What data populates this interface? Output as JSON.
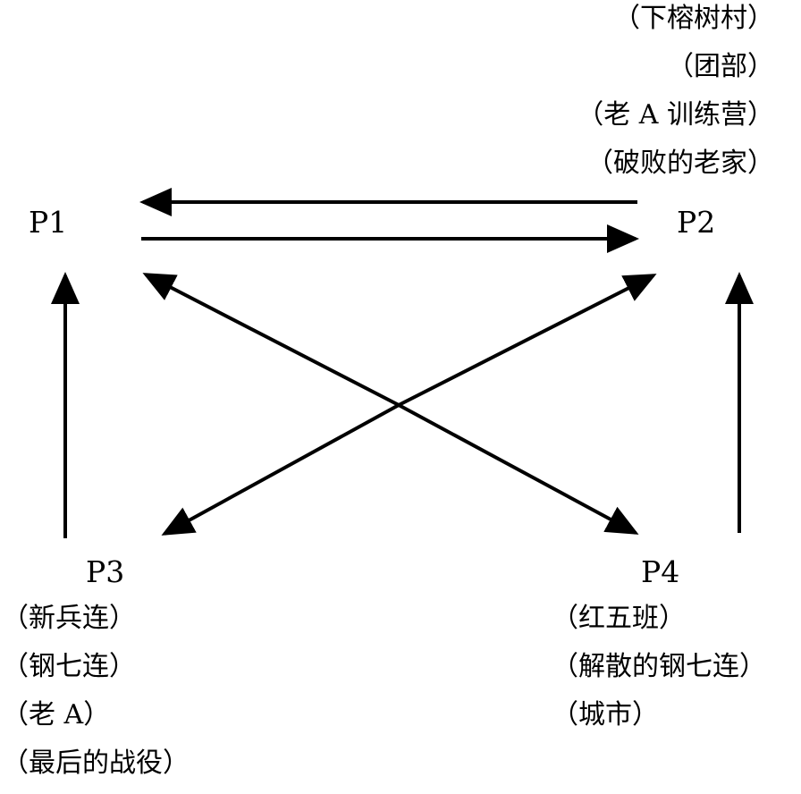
{
  "nodes": {
    "p1": {
      "label": "P1"
    },
    "p2": {
      "label": "P2",
      "places": [
        "（下榕树村）",
        "（团部）",
        "（老 A 训练营）",
        "（破败的老家）"
      ]
    },
    "p3": {
      "label": "P3",
      "places": [
        "（新兵连）",
        "（钢七连）",
        "（老 A）",
        "（最后的战役）"
      ]
    },
    "p4": {
      "label": "P4",
      "places": [
        "（红五班）",
        "（解散的钢七连）",
        "（城市）"
      ]
    }
  },
  "arrows": [
    {
      "from": "P2",
      "to": "P1"
    },
    {
      "from": "P1",
      "to": "P2"
    },
    {
      "from": "P3",
      "to": "P1"
    },
    {
      "from": "P4",
      "to": "P2"
    },
    {
      "from": "P3",
      "to": "P2"
    },
    {
      "from": "P2",
      "to": "P3"
    },
    {
      "from": "P1",
      "to": "P4"
    },
    {
      "from": "P4",
      "to": "P1"
    }
  ],
  "colors": {
    "ink": "#000000",
    "background": "#ffffff"
  }
}
